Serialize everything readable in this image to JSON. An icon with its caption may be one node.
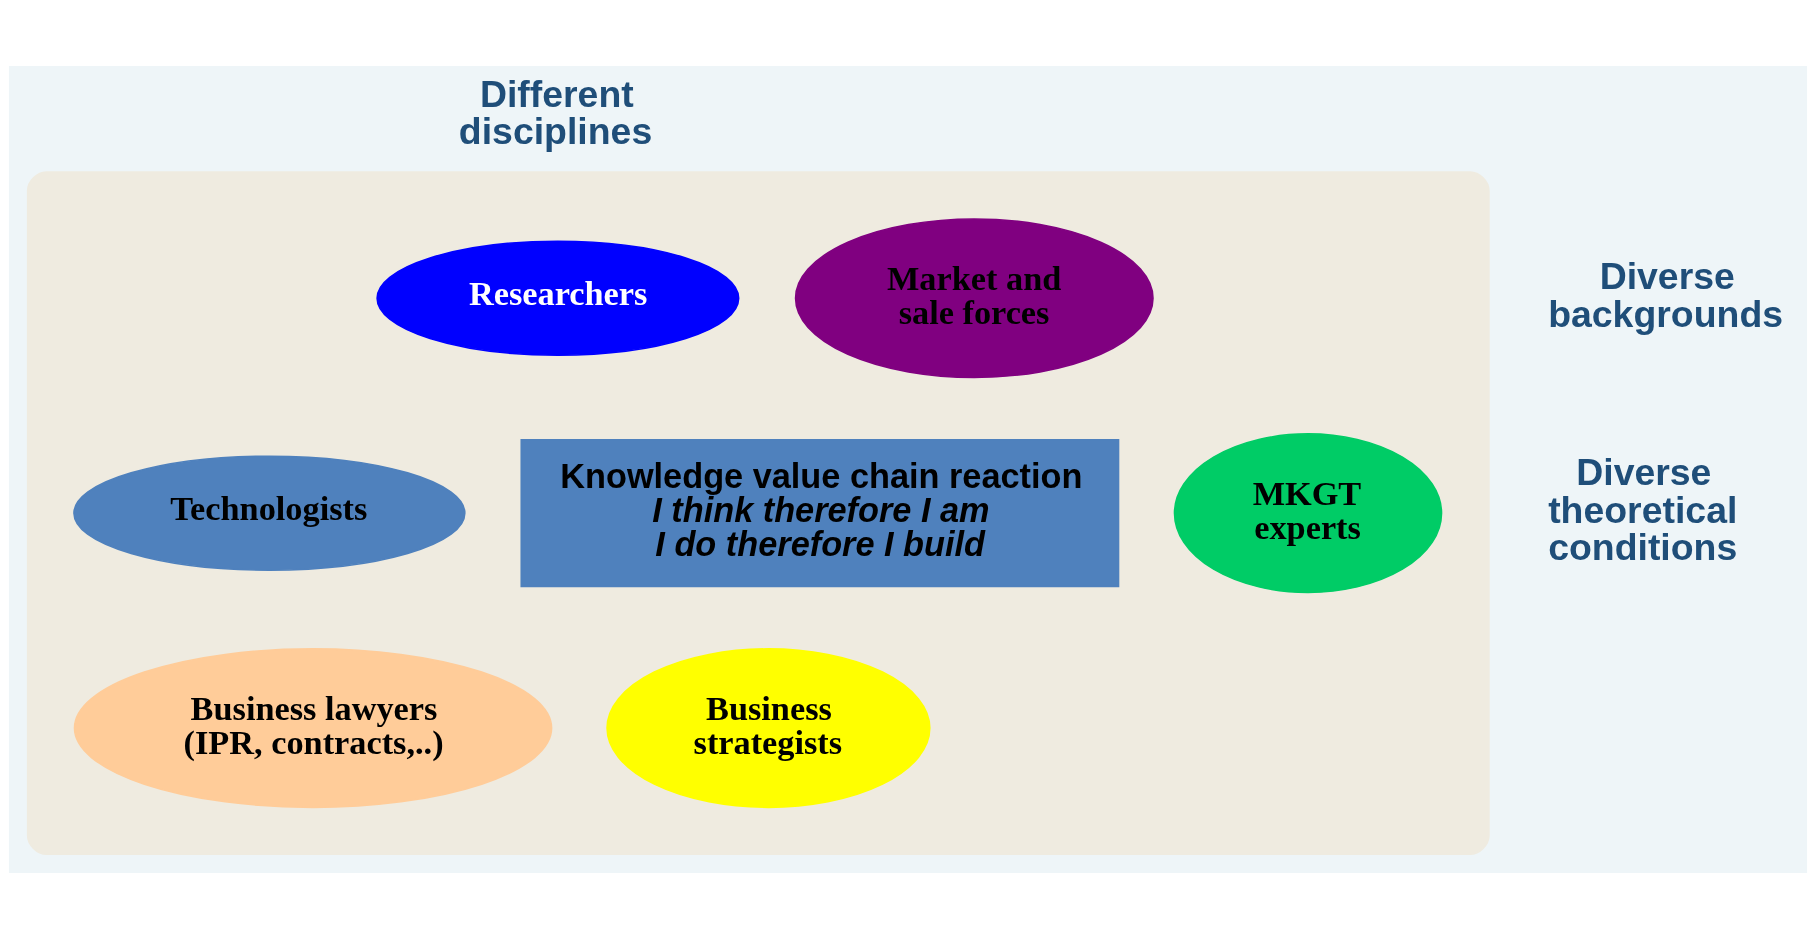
{
  "diagram": {
    "nodes": [
      {
        "text": [],
        "shape": "ellipse"
      },
      {
        "text": [
          "Researchers"
        ],
        "in": 0
      },
      {
        "text": [
          "Market and sale forces"
        ],
        "in": 0
      },
      {
        "text": [
          "Technologists"
        ],
        "in": 0
      },
      {
        "text": [
          "Knowledge value chain reaction",
          "I think therefore I am",
          "I do therefore I build"
        ],
        "in": 0
      },
      {
        "text": [
          "MKGT experts"
        ],
        "in": 0
      },
      {
        "text": [
          "Business lawyers (IPR, contracts,..)"
        ],
        "in": 0
      },
      {
        "text": [
          "Business strategists"
        ],
        "in": 0
      }
    ],
    "edges": [],
    "labels": [
      "Different disciplines",
      "Diverse backgrounds",
      "Diverse theoretical conditions"
    ]
  }
}
